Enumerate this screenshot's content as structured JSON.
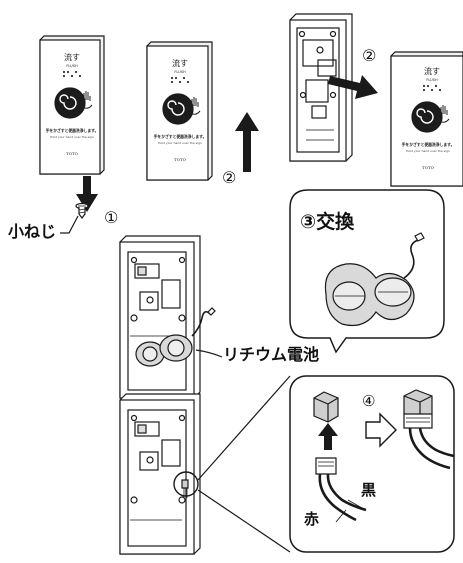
{
  "labels": {
    "small_screw": "小ねじ",
    "step1": "①",
    "step2a": "②",
    "step2b": "②",
    "step3": "③交換",
    "lithium_battery": "リチウム電池",
    "step4": "④",
    "black": "黒",
    "red": "赤"
  },
  "panel": {
    "flush_jp": "流す",
    "flush_en": "FLUSH",
    "instruction_jp": "手をかざすと便器洗浄します。",
    "instruction_en": "Hold your hand over the sign",
    "brand": "TOTO"
  },
  "colors": {
    "line": "#1a1a1a",
    "panel_face": "#ffffff",
    "sensor": "#1c1c1c",
    "arrow": "#1a1a1a",
    "hollow_arrow": "#ffffff",
    "battery_fill": "#d9d9d9",
    "connector_fill": "#cfcfcf"
  }
}
